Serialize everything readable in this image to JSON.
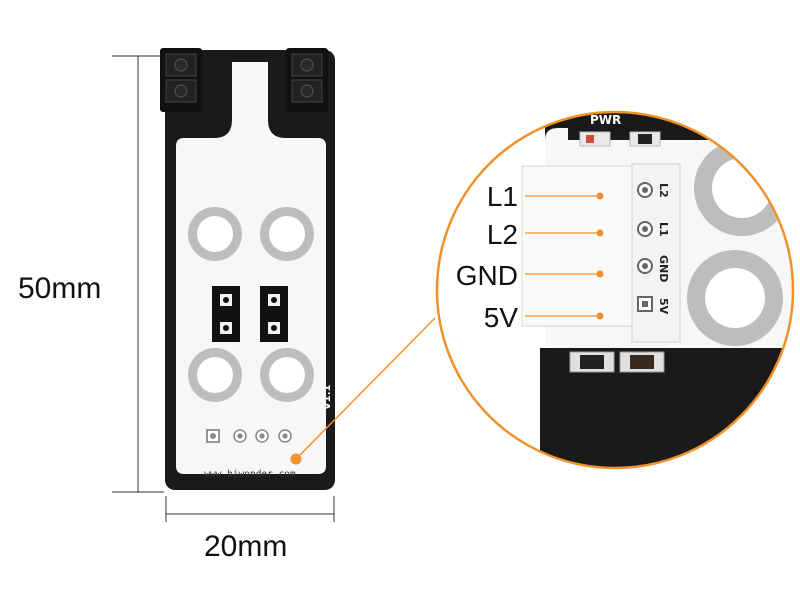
{
  "dimensions": {
    "height_label": "50mm",
    "width_label": "20mm"
  },
  "board": {
    "website": "www.hiwonder.com",
    "version_mark": "V1.1"
  },
  "zoom": {
    "pwr_label": "PWR",
    "connector_silkscreen": [
      "L2",
      "L1",
      "GND",
      "5V"
    ],
    "pins": [
      {
        "label": "L1"
      },
      {
        "label": "L2"
      },
      {
        "label": "GND"
      },
      {
        "label": "5V"
      }
    ]
  },
  "colors": {
    "accent": "#F0922B",
    "board_black": "#1a1a1a",
    "board_white": "#f7f7f7",
    "pad_grey": "#bdbdbd"
  }
}
